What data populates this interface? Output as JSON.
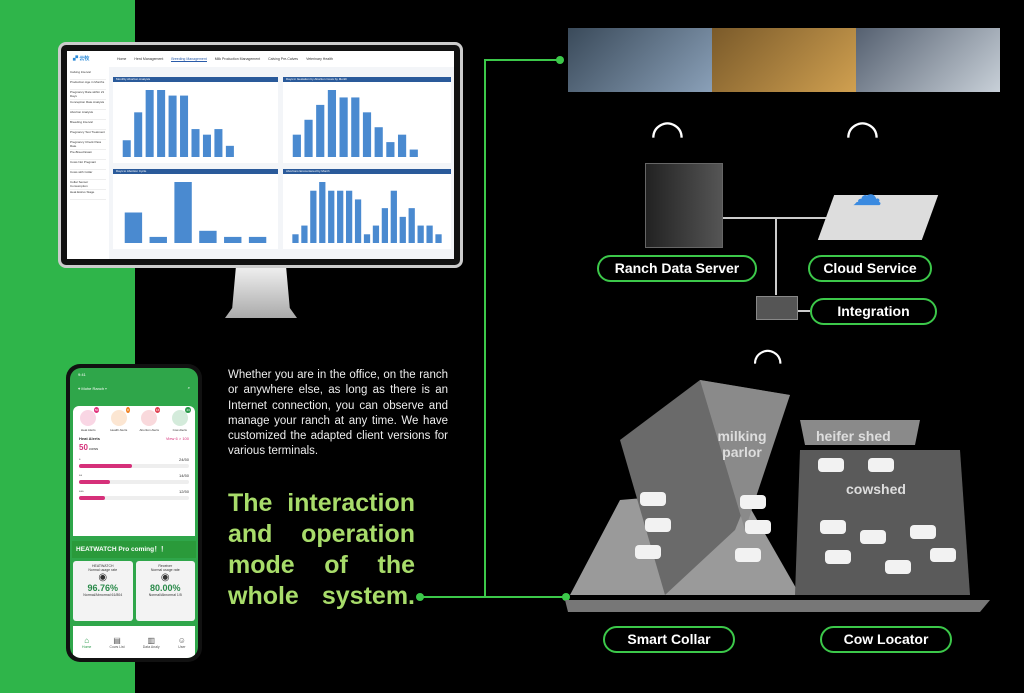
{
  "dashboard": {
    "nav": [
      "Home",
      "Herd Management",
      "Breeding Management",
      "Milk Production Management",
      "Calving Pre-Calves",
      "Veterinary Health"
    ],
    "sidebar": [
      "Calving Interval",
      "Production Age in Months",
      "Pregnancy Rate within 21 Days",
      "Conception Rate Analysis",
      "Abortion Analysis",
      "Breeding Interval",
      "Pregnancy Test Treatment",
      "Pregnancy Check Pass Rate",
      "Pre-Breed Exam",
      "Cows Not Pregnant",
      "Cows with Collar",
      "Collar Sensor Consumption",
      "Heat Estrus Stage"
    ],
    "panels": [
      {
        "title": "Monthly Abortion Analysis",
        "values": [
          3,
          8,
          12,
          12,
          11,
          11,
          5,
          4,
          5,
          2,
          0,
          0,
          0
        ]
      },
      {
        "title": "Days in Gestation by Abortion Cows by Month",
        "values": [
          3,
          5,
          7,
          9,
          8,
          8,
          6,
          4,
          2,
          3,
          1,
          0,
          0
        ]
      },
      {
        "title": "Days to Abortion Cycle",
        "values": [
          5,
          1,
          10,
          2,
          1,
          1
        ]
      },
      {
        "title": "Abortions Encountered by Month",
        "values": [
          1,
          2,
          6,
          7,
          6,
          6,
          6,
          5,
          1,
          2,
          4,
          6,
          3,
          4,
          2,
          2,
          1
        ]
      }
    ]
  },
  "phone": {
    "time": "9:41",
    "ranch": "Mohe Ranch",
    "alerts": [
      {
        "label": "Heat Alerts",
        "count": "50",
        "color": "#e0307a"
      },
      {
        "label": "Health Alerts",
        "count": "8",
        "color": "#f08020"
      },
      {
        "label": "Abortion Alerts",
        "count": "16",
        "color": "#e04050"
      },
      {
        "label": "Cow Alerts",
        "count": "43",
        "color": "#2a9a4a"
      }
    ],
    "heat_title": "Heat Alerts",
    "view_all": "View 6 > 100",
    "heat_count": "50",
    "heat_unit": "cows",
    "levels": [
      {
        "label": "*",
        "value": "24/50",
        "fill": 0.48
      },
      {
        "label": "**",
        "value": "14/50",
        "fill": 0.28
      },
      {
        "label": "***",
        "value": "12/50",
        "fill": 0.24
      }
    ],
    "banner": "HEATWATCH Pro coming！！",
    "stats": [
      {
        "name": "HEATWATCH",
        "sub": "Normal usage rate",
        "value": "96.76%",
        "foot": "Normal/Abnormal",
        "ratio": "61/804"
      },
      {
        "name": "Receiver",
        "sub": "Normal usage rate",
        "value": "80.00%",
        "foot": "Normal/Abnormal",
        "ratio": "1/5"
      }
    ],
    "tabs": [
      "Home",
      "Cows List",
      "Data Analy",
      "User"
    ]
  },
  "paragraph": "Whether you are in the office, on the ranch or anywhere else, as long as there is an Internet connection, you can observe and manage your ranch at any time. We have customized the adapted client versions for various terminals.",
  "headline": "The interaction and operation mode of the whole system.",
  "labels": {
    "server": "Ranch Data Server",
    "cloud": "Cloud Service",
    "integration": "Integration",
    "collar": "Smart  Collar",
    "locator": "Cow Locator",
    "milking": "milking parlor",
    "heifer": "heifer shed",
    "cowshed": "cowshed"
  },
  "colors": {
    "green": "#2fb54a",
    "accent": "#a8dc6a",
    "line": "#3cc84a"
  }
}
